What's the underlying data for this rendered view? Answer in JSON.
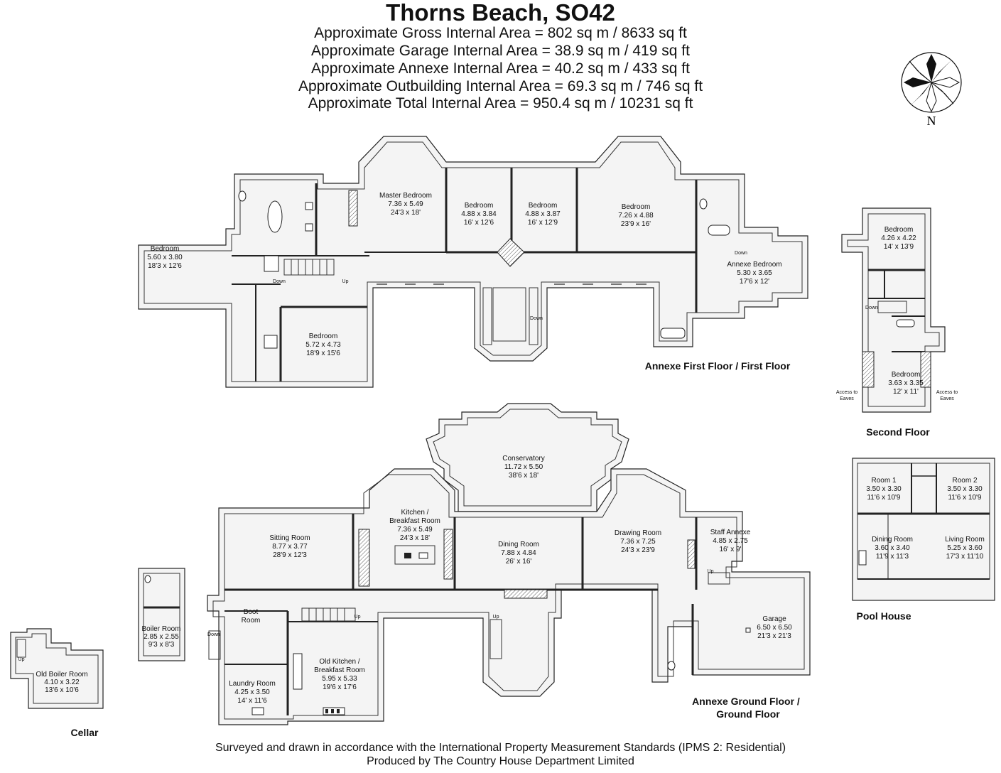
{
  "header": {
    "title": "Thorns Beach, SO42",
    "areas": [
      "Approximate Gross Internal Area = 802 sq m / 8633 sq ft",
      "Approximate Garage Internal Area = 38.9 sq m / 419 sq ft",
      "Approximate Annexe Internal Area = 40.2 sq m / 433 sq ft",
      "Approximate Outbuilding Internal Area = 69.3 sq m / 746 sq ft",
      "Approximate Total Internal Area = 950.4 sq m / 10231 sq ft"
    ]
  },
  "compass": {
    "label": "N"
  },
  "floors": {
    "first": "Annexe First Floor / First Floor",
    "second": "Second Floor",
    "pool": "Pool House",
    "ground_1": "Annexe Ground Floor /",
    "ground_2": "Ground Floor",
    "cellar": "Cellar"
  },
  "rooms": {
    "ff_bed_west": [
      "Bedroom",
      "5.60 x 3.80",
      "18'3 x 12'6"
    ],
    "ff_master": [
      "Master Bedroom",
      "7.36 x 5.49",
      "24'3 x 18'"
    ],
    "ff_bed_a": [
      "Bedroom",
      "4.88 x 3.84",
      "16' x 12'6"
    ],
    "ff_bed_b": [
      "Bedroom",
      "4.88 x 3.87",
      "16' x 12'9"
    ],
    "ff_bed_c": [
      "Bedroom",
      "7.26 x 4.88",
      "23'9 x 16'"
    ],
    "ff_annexe_bed": [
      "Annexe Bedroom",
      "5.30 x 3.65",
      "17'6 x 12'"
    ],
    "ff_bed_south": [
      "Bedroom",
      "5.72 x 4.73",
      "18'9 x 15'6"
    ],
    "sf_bed_top": [
      "Bedroom",
      "4.26 x 4.22",
      "14' x 13'9"
    ],
    "sf_bed_bottom": [
      "Bedroom",
      "3.63 x 3.35",
      "12' x 11'"
    ],
    "ph_room1": [
      "Room 1",
      "3.50 x 3.30",
      "11'6 x 10'9"
    ],
    "ph_room2": [
      "Room 2",
      "3.50 x 3.30",
      "11'6 x 10'9"
    ],
    "ph_dining": [
      "Dining Room",
      "3.60 x 3.40",
      "11'9 x 11'3"
    ],
    "ph_living": [
      "Living Room",
      "5.25 x 3.60",
      "17'3 x 11'10"
    ],
    "gf_conservatory": [
      "Conservatory",
      "11.72 x 5.50",
      "38'6 x 18'"
    ],
    "gf_kitchen": [
      "Kitchen /",
      "Breakfast Room",
      "7.36 x 5.49",
      "24'3 x 18'"
    ],
    "gf_sitting": [
      "Sitting Room",
      "8.77 x 3.77",
      "28'9 x 12'3"
    ],
    "gf_dining": [
      "Dining Room",
      "7.88 x 4.84",
      "26' x 16'"
    ],
    "gf_drawing": [
      "Drawing Room",
      "7.36 x 7.25",
      "24'3 x 23'9"
    ],
    "gf_staff": [
      "Staff Annexe",
      "4.85 x 2.75",
      "16' x 9'"
    ],
    "gf_boot": [
      "Boot",
      "Room"
    ],
    "gf_boiler": [
      "Boiler Room",
      "2.85 x 2.55",
      "9'3 x 8'3"
    ],
    "gf_old_kitchen": [
      "Old Kitchen /",
      "Breakfast Room",
      "5.95 x 5.33",
      "19'6 x 17'6"
    ],
    "gf_laundry": [
      "Laundry Room",
      "4.25 x 3.50",
      "14' x 11'6"
    ],
    "gf_garage": [
      "Garage",
      "6.50 x 6.50",
      "21'3 x 21'3"
    ],
    "cellar_boiler": [
      "Old Boiler Room",
      "4.10 x 3.22",
      "13'6 x 10'6"
    ]
  },
  "notes": {
    "down": "Down",
    "up": "Up",
    "eaves_l": [
      "Access to",
      "Eaves"
    ],
    "eaves_r": [
      "Access to",
      "Eaves"
    ]
  },
  "footer": {
    "line1": "Surveyed and drawn in accordance with the International Property Measurement Standards (IPMS 2: Residential)",
    "line2": "Produced by The Country House Department Limited"
  }
}
